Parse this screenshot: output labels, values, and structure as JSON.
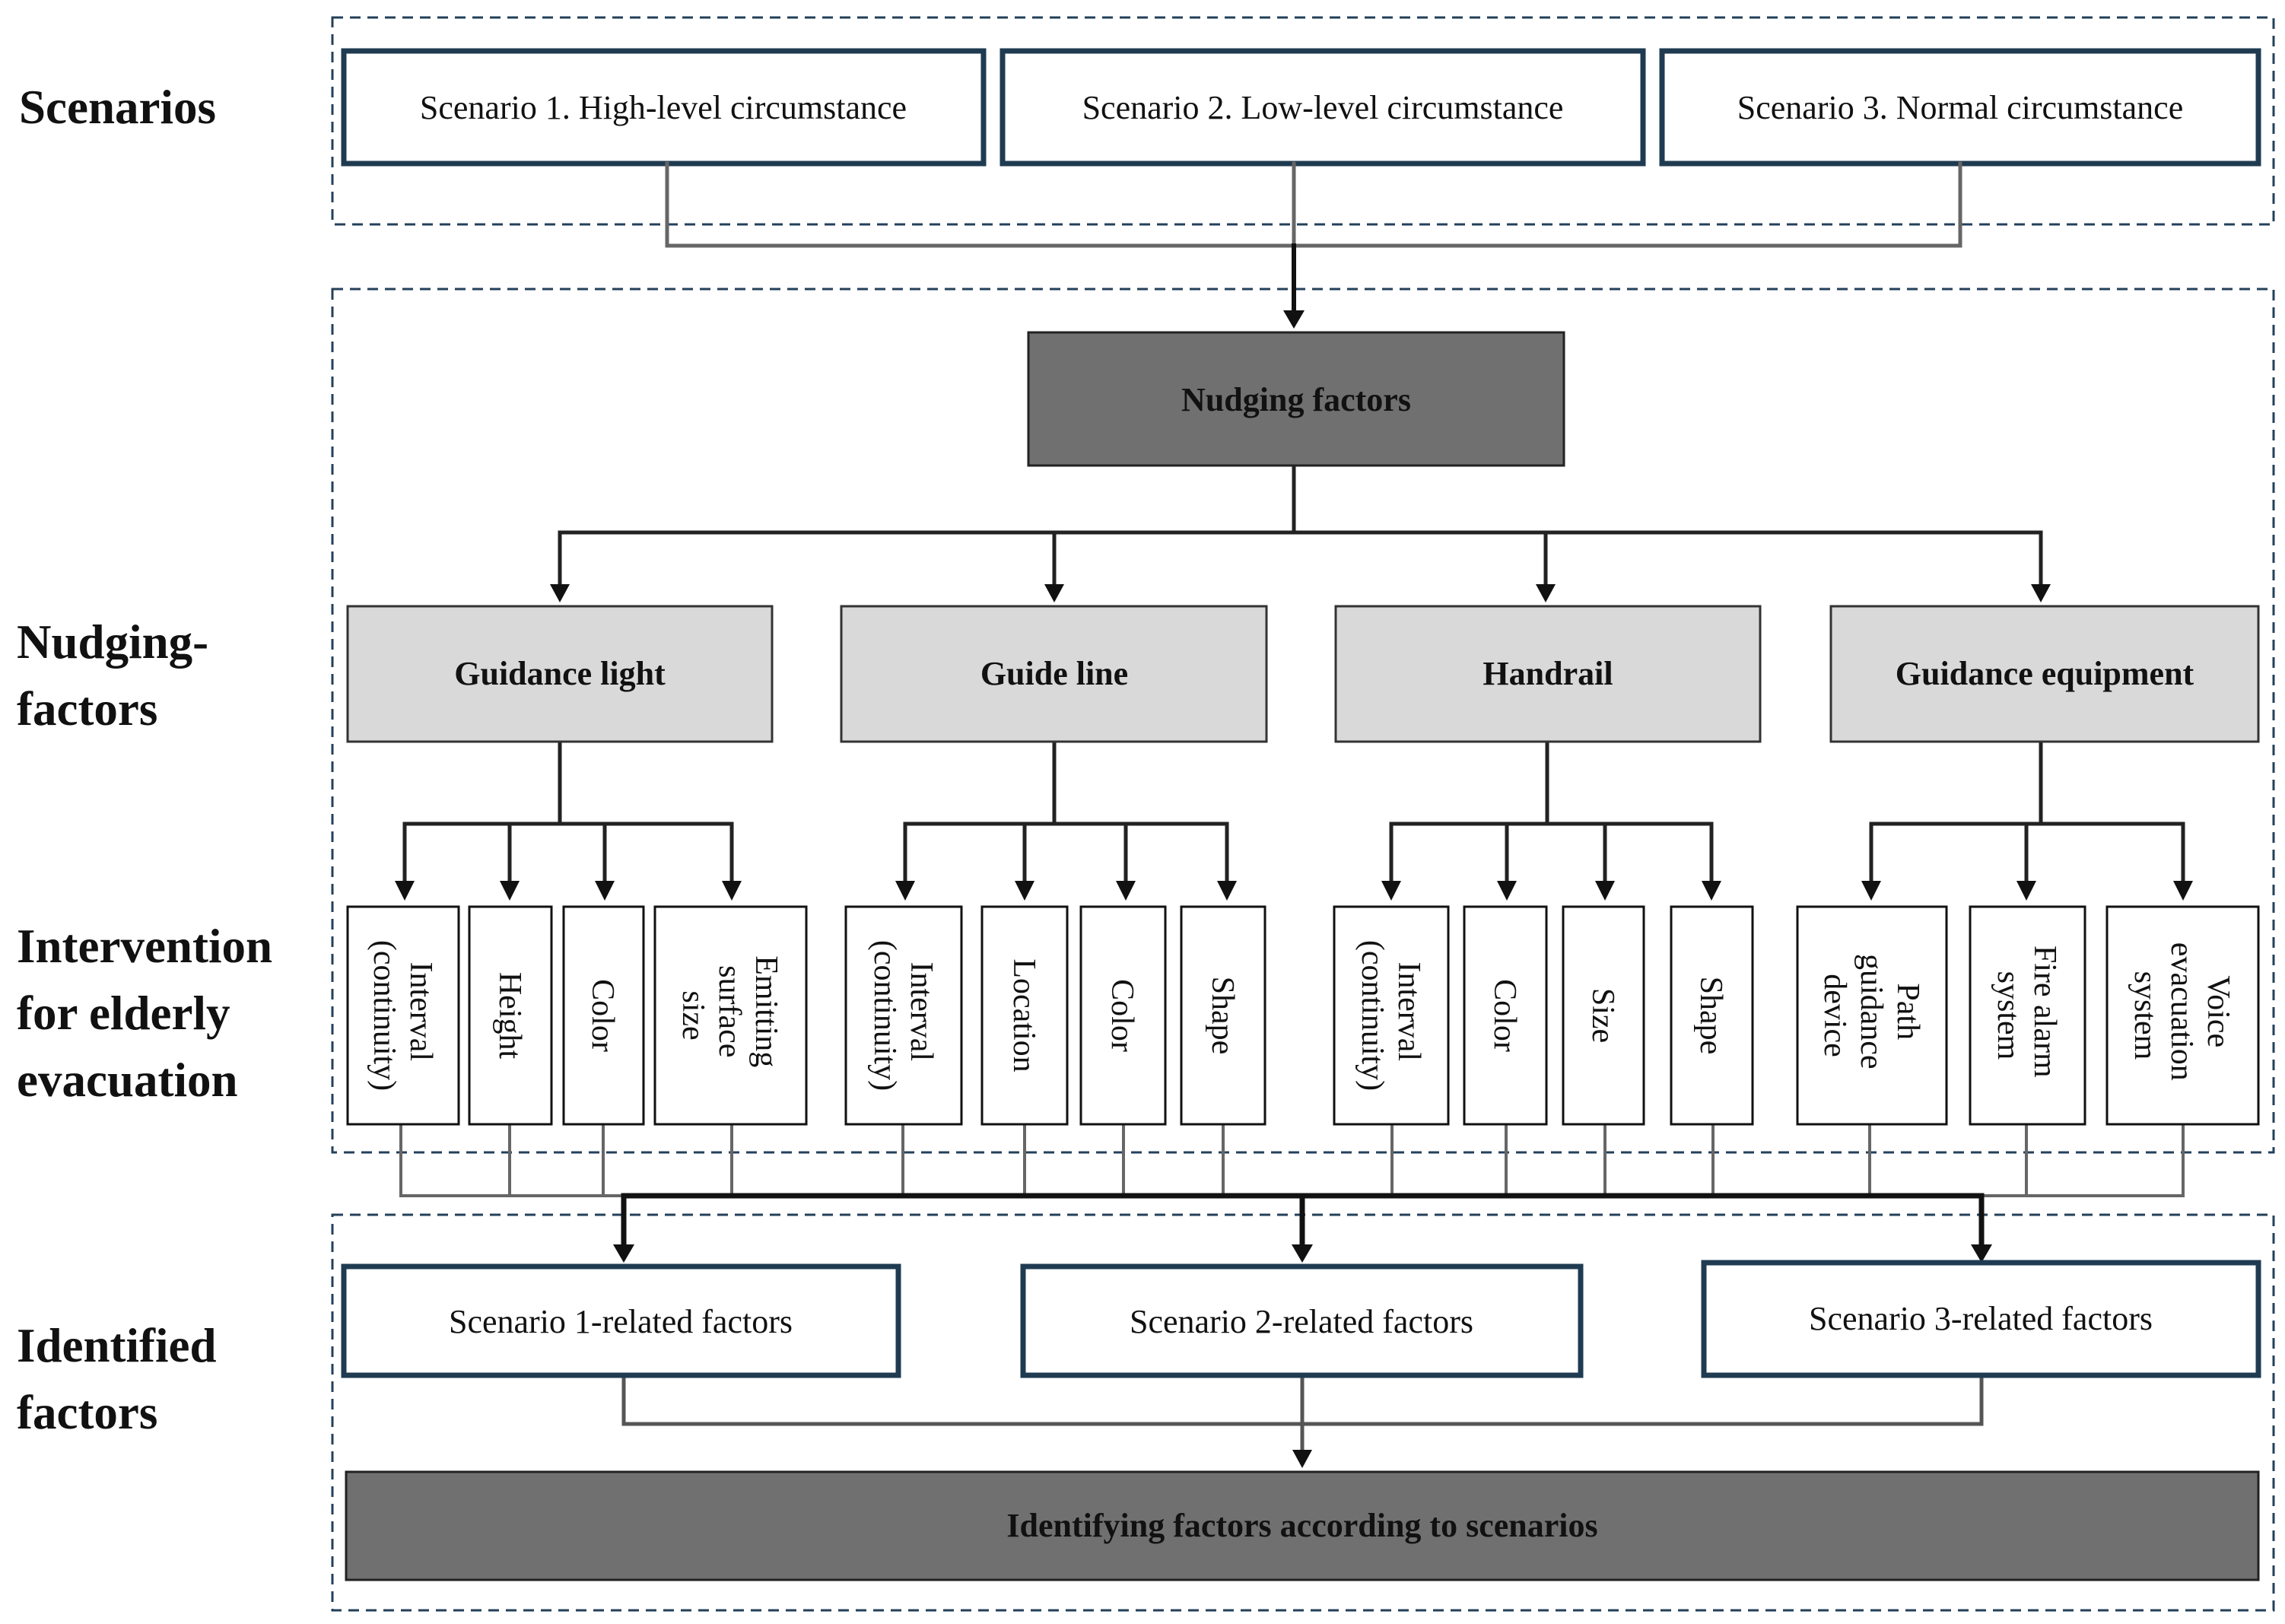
{
  "sections": {
    "scenarios": [
      "Scenarios"
    ],
    "nudging": [
      "Nudging-",
      "factors"
    ],
    "intervention": [
      "Intervention",
      "for elderly",
      "evacuation"
    ],
    "identified": [
      "Identified",
      "factors"
    ]
  },
  "scenarios": [
    "Scenario 1. High-level circumstance",
    "Scenario 2. Low-level circumstance",
    "Scenario 3. Normal circumstance"
  ],
  "nudging_factors": "Nudging factors",
  "categories": [
    {
      "name": "Guidance light",
      "subs": [
        [
          "Interval",
          "(continuity)"
        ],
        [
          "Height"
        ],
        [
          "Color"
        ],
        [
          "Emitting",
          "surface",
          "size"
        ]
      ]
    },
    {
      "name": "Guide line",
      "subs": [
        [
          "Interval",
          "(continuity)"
        ],
        [
          "Location"
        ],
        [
          "Color"
        ],
        [
          "Shape"
        ]
      ]
    },
    {
      "name": "Handrail",
      "subs": [
        [
          "Interval",
          "(continuity)"
        ],
        [
          "Color"
        ],
        [
          "Size"
        ],
        [
          "Shape"
        ]
      ]
    },
    {
      "name": "Guidance equipment",
      "subs": [
        [
          "Path",
          "guidance",
          "device"
        ],
        [
          "Fire alarm",
          "system"
        ],
        [
          "Voice",
          "evacuation",
          "system"
        ]
      ]
    }
  ],
  "related": [
    "Scenario 1-related factors",
    "Scenario 2-related factors",
    "Scenario 3-related factors"
  ],
  "final": "Identifying factors according to scenarios",
  "colors": {
    "scenario_border": "#1f3b52",
    "dark_fill": "#707070",
    "light_fill": "#d9d9d9",
    "line": "#555555",
    "dashed": "#24405a"
  }
}
